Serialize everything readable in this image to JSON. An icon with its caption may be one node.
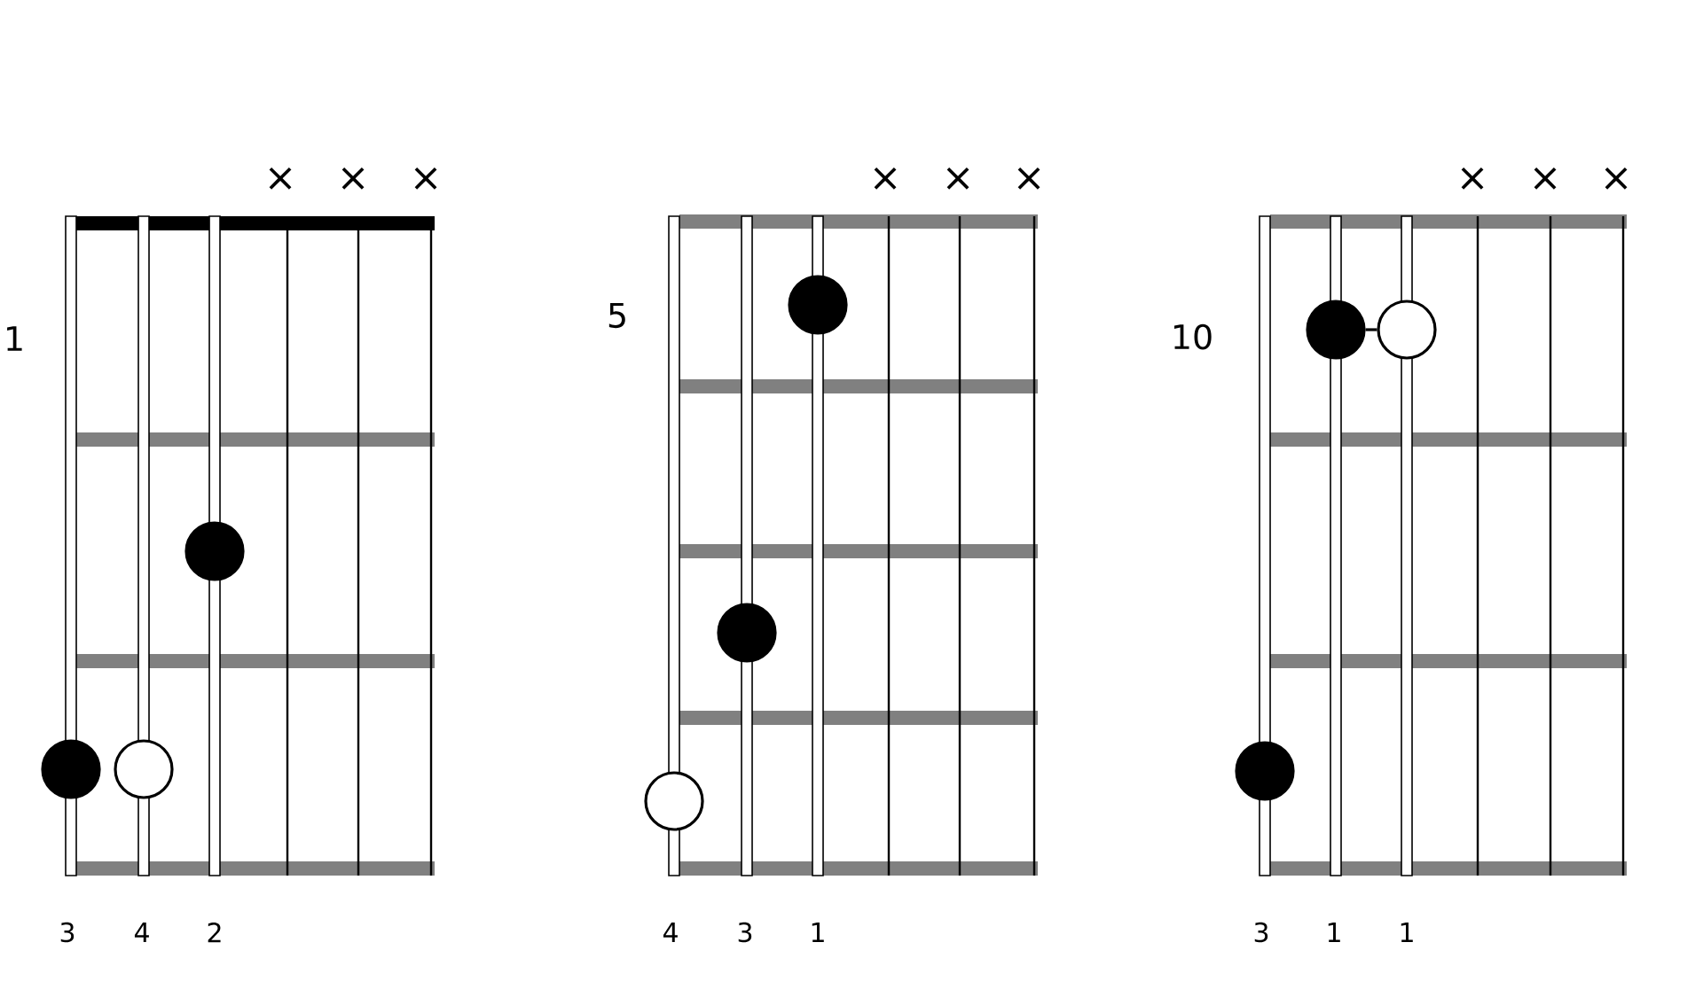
{
  "diagram": {
    "nodes": [
      {
        "text": [],
        "shape": "circle"
      },
      {
        "text": [],
        "shape": "circle"
      },
      {
        "text": [],
        "shape": "circle"
      },
      {
        "text": [],
        "shape": "circle"
      },
      {
        "text": [],
        "shape": "circle"
      },
      {
        "text": [],
        "shape": "circle"
      },
      {
        "text": [],
        "shape": "circle"
      },
      {
        "text": [],
        "shape": "circle"
      },
      {
        "text": [],
        "shape": "circle"
      }
    ],
    "edges": [
      {
        "from": 6,
        "to": 7,
        "arrow": "none"
      }
    ],
    "labels": [
      "×",
      "×",
      "×",
      "1",
      "3",
      "4",
      "2",
      "×",
      "×",
      "×",
      "5",
      "4",
      "3",
      "1",
      "×",
      "×",
      "×",
      "10",
      "3",
      "1",
      "1"
    ]
  }
}
